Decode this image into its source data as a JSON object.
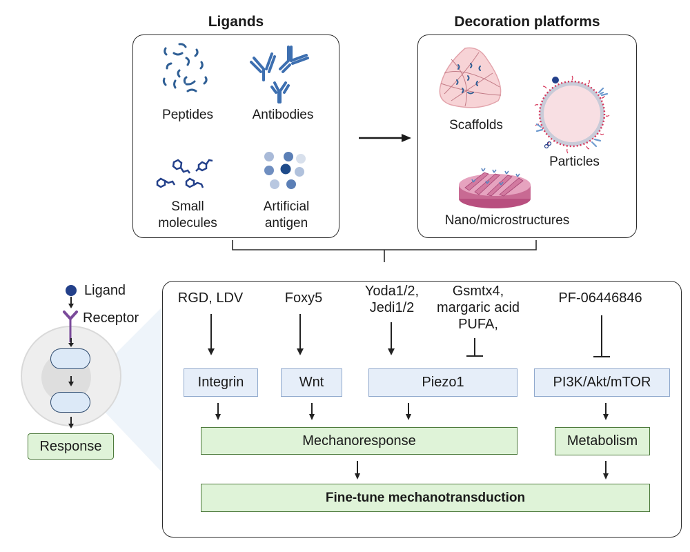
{
  "ligands": {
    "title": "Ligands",
    "items": [
      {
        "label": "Peptides",
        "icon": "peptides-icon"
      },
      {
        "label": "Antibodies",
        "icon": "antibodies-icon"
      },
      {
        "label_line1": "Small",
        "label_line2": "molecules",
        "icon": "small-molecules-icon"
      },
      {
        "label_line1": "Artificial",
        "label_line2": "antigen",
        "icon": "artificial-antigen-icon"
      }
    ]
  },
  "platforms": {
    "title": "Decoration platforms",
    "items": [
      {
        "label": "Scaffolds",
        "icon": "scaffold-icon"
      },
      {
        "label": "Particles",
        "icon": "particle-icon"
      },
      {
        "label": "Nano/microstructures",
        "icon": "microstructure-icon"
      }
    ]
  },
  "schematic": {
    "ligand_label": "Ligand",
    "receptor_label": "Receptor",
    "response_label": "Response"
  },
  "pathways": {
    "drugs": [
      {
        "line1": "RGD, LDV",
        "line2": "",
        "line3": "",
        "effect": "activate"
      },
      {
        "line1": "Foxy5",
        "line2": "",
        "line3": "",
        "effect": "activate"
      },
      {
        "line1": "Yoda1/2,",
        "line2": "Jedi1/2",
        "line3": "",
        "effect": "activate"
      },
      {
        "line1": "Gsmtx4,",
        "line2": "margaric acid",
        "line3": "PUFA,",
        "effect": "inhibit"
      },
      {
        "line1": "PF-06446846",
        "line2": "",
        "line3": "",
        "effect": "inhibit"
      }
    ],
    "targets": [
      "Integrin",
      "Wnt",
      "Piezo1",
      "PI3K/Akt/mTOR"
    ],
    "responses": [
      "Mechanoresponse",
      "Metabolism"
    ],
    "outcome": "Fine-tune mechanotransduction"
  },
  "colors": {
    "target_fill": "#e6eef9",
    "target_border": "#8fa8cc",
    "response_fill": "#dff3d8",
    "response_border": "#4d7a3c",
    "ligand_blue": "#2f5f95",
    "particle_red": "#d6365a",
    "receptor_purple": "#7a4a9a"
  }
}
